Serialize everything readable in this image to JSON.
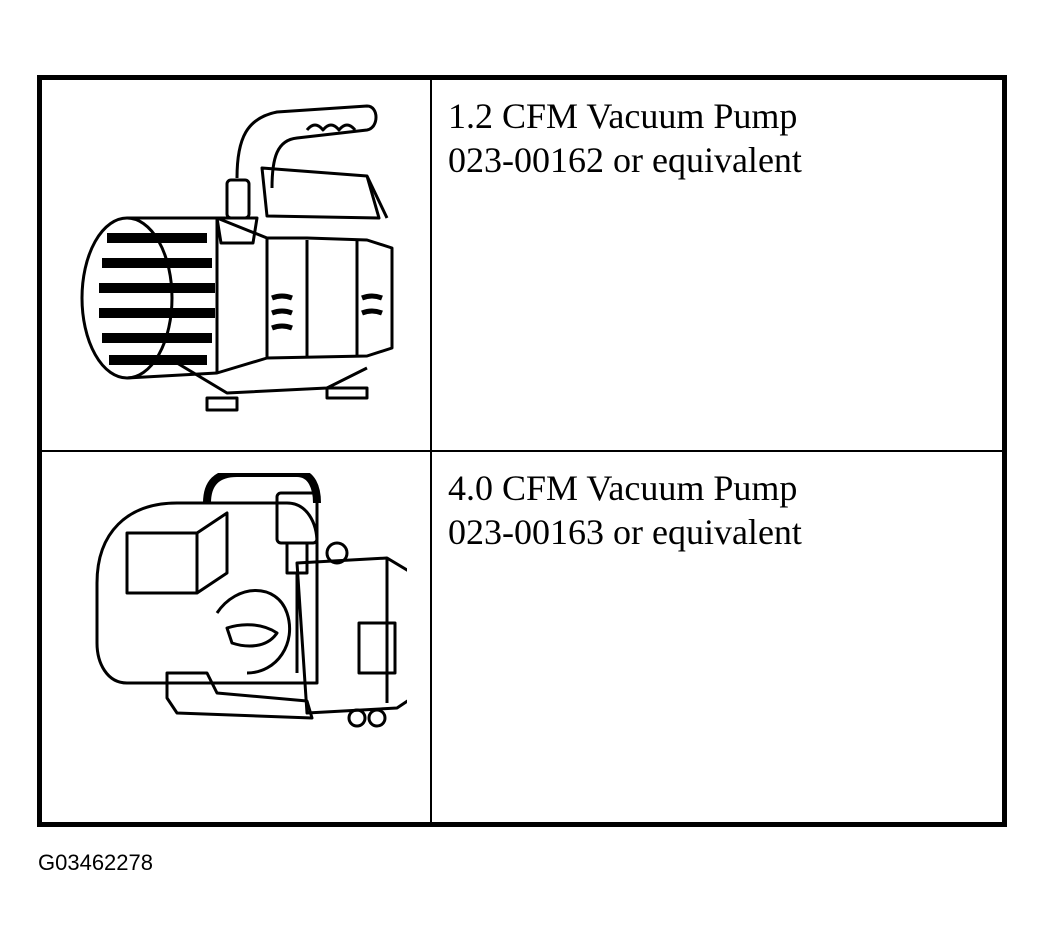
{
  "rows": [
    {
      "title": "1.2 CFM Vacuum Pump",
      "part": "023-00162 or equivalent",
      "illustration": "vacuum-pump-small"
    },
    {
      "title": "4.0 CFM Vacuum Pump",
      "part": "023-00163 or equivalent",
      "illustration": "vacuum-pump-large"
    }
  ],
  "figure_id": "G03462278"
}
